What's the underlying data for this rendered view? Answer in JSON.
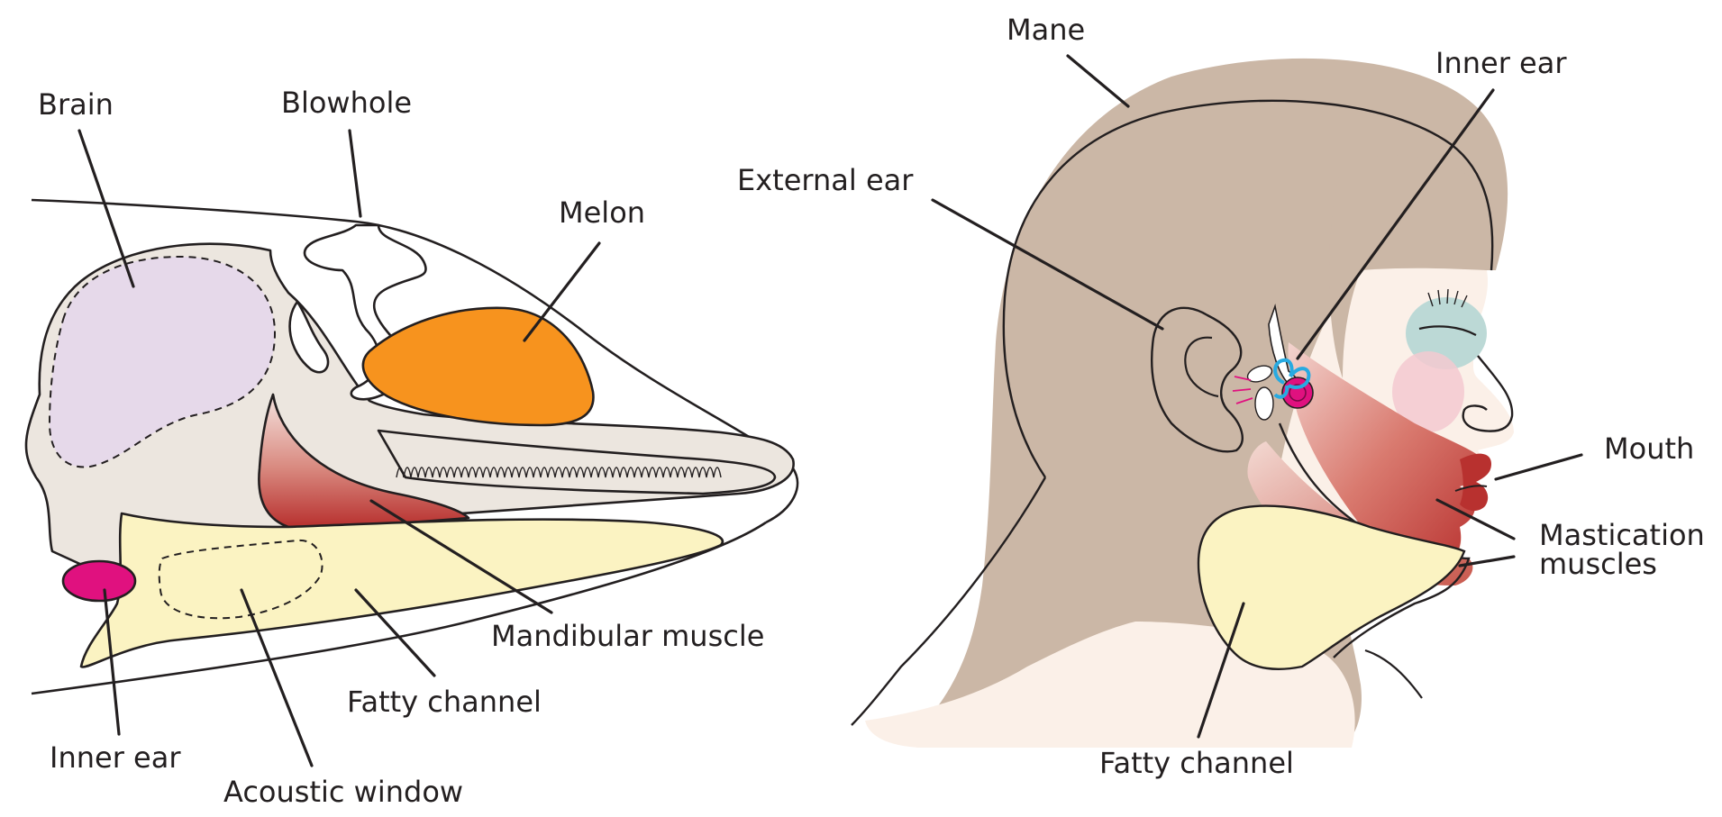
{
  "figure": {
    "dolphin": {
      "labels": {
        "brain": "Brain",
        "blowhole": "Blowhole",
        "melon": "Melon",
        "mandibular_muscle": "Mandibular muscle",
        "fatty_channel": "Fatty channel",
        "inner_ear": "Inner ear",
        "acoustic_window": "Acoustic window"
      }
    },
    "human": {
      "labels": {
        "mane": "Mane",
        "inner_ear": "Inner ear",
        "external_ear": "External ear",
        "mouth": "Mouth",
        "mastication_line1": "Mastication",
        "mastication_line2": "muscles",
        "fatty_channel": "Fatty channel"
      }
    }
  },
  "colors": {
    "skull": "#ece6df",
    "brain": "#e6d9ea",
    "melon": "#f7931e",
    "muscle_dark": "#b8312f",
    "muscle_light": "#f3d4cf",
    "fat": "#fbf3c2",
    "inner_ear": "#e0117f",
    "hair": "#cbb7a6",
    "skin": "#fbf0e8",
    "eye_shadow": "#bcd9d6",
    "cheek": "#f3c9d0",
    "cochlea_blue": "#27aae1"
  }
}
